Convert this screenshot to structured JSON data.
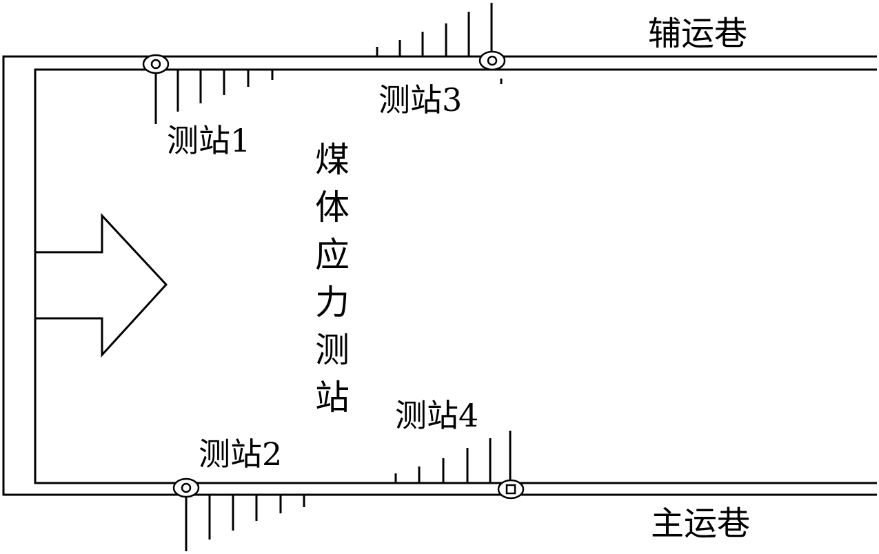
{
  "roadways": {
    "auxiliary": "辅运巷",
    "main": "主运巷"
  },
  "title_chars": [
    "煤",
    "体",
    "应",
    "力",
    "测",
    "站"
  ],
  "stations": {
    "s1": "测站1",
    "s2": "测站2",
    "s3": "测站3",
    "s4": "测站4"
  },
  "colors": {
    "line": "#000000",
    "background": "#ffffff"
  }
}
